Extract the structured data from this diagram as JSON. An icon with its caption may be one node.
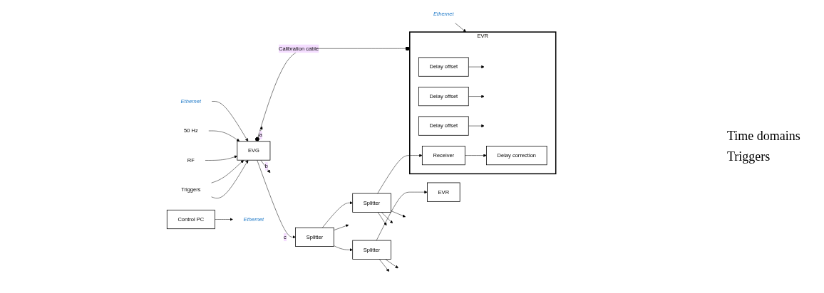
{
  "diagram": {
    "nodes": [
      {
        "text": [
          "Triggers"
        ]
      },
      {
        "text": [
          "RF"
        ]
      },
      {
        "text": [
          "50 Hz"
        ]
      },
      {
        "text": [
          "EVG"
        ]
      },
      {
        "text": [
          "Ethernet"
        ]
      },
      {
        "text": [
          "Control PC"
        ]
      },
      {
        "text": [
          "Ethernet"
        ]
      },
      {
        "text": [
          "Splitter"
        ]
      },
      {
        "text": [
          "Splitter"
        ]
      },
      {
        "text": [
          "Splitter"
        ]
      },
      {
        "text": [
          "EVR"
        ]
      },
      {
        "text": [
          "Receiver"
        ],
        "in": 10
      },
      {
        "text": [
          "Delay correction"
        ],
        "in": 10
      },
      {
        "text": [
          "Delay offset"
        ],
        "in": 10
      },
      {
        "text": [
          "Delay offset"
        ],
        "in": 10
      },
      {
        "text": [
          "Delay offset"
        ],
        "in": 10
      },
      {
        "text": [
          "Ethernet"
        ]
      },
      {
        "text": [
          "EVR"
        ]
      }
    ],
    "edges": [
      {
        "from": 0,
        "to": 3,
        "arrow": "to"
      },
      {
        "from": 0,
        "to": 3,
        "arrow": "to"
      },
      {
        "from": 1,
        "to": 3,
        "arrow": "to"
      },
      {
        "from": 2,
        "to": 3,
        "arrow": "to"
      },
      {
        "from": 4,
        "to": 3,
        "arrow": "to"
      },
      {
        "from": 3,
        "to": 10,
        "arrow": "other",
        "label": "Calibration cable"
      },
      {
        "from": 3,
        "to": null,
        "arrow": "to",
        "label": "a"
      },
      {
        "from": 3,
        "to": null,
        "arrow": "to",
        "label": "b"
      },
      {
        "from": 3,
        "to": 7,
        "arrow": "to",
        "label": "c"
      },
      {
        "from": 5,
        "to": 6,
        "arrow": "to"
      },
      {
        "from": 7,
        "to": 8,
        "arrow": "to"
      },
      {
        "from": 7,
        "to": null,
        "arrow": "to"
      },
      {
        "from": 7,
        "to": 9,
        "arrow": "to"
      },
      {
        "from": 8,
        "to": null,
        "arrow": "to"
      },
      {
        "from": 8,
        "to": null,
        "arrow": "to"
      },
      {
        "from": 8,
        "to": null,
        "arrow": "to"
      },
      {
        "from": 8,
        "to": 11,
        "arrow": "to"
      },
      {
        "from": 11,
        "to": 12,
        "arrow": "to"
      },
      {
        "from": 16,
        "to": 10,
        "arrow": "to"
      },
      {
        "from": 13,
        "to": null,
        "arrow": "to"
      },
      {
        "from": 14,
        "to": null,
        "arrow": "to"
      },
      {
        "from": 15,
        "to": null,
        "arrow": "to"
      },
      {
        "from": 9,
        "to": null,
        "arrow": "to"
      },
      {
        "from": 9,
        "to": null,
        "arrow": "to"
      },
      {
        "from": 9,
        "to": 17,
        "arrow": "to"
      }
    ],
    "labels": [
      "Time domains",
      "Triggers"
    ]
  }
}
